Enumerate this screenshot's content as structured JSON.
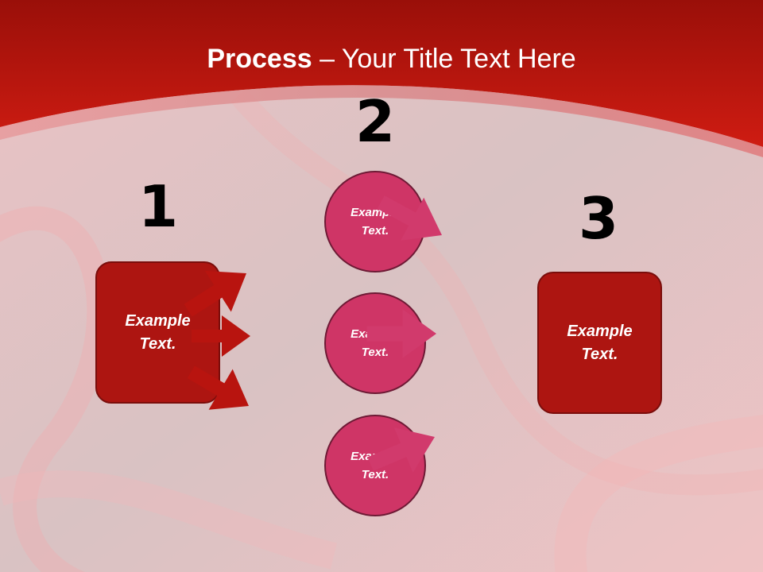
{
  "title": {
    "bold": "Process",
    "rest": " – Your Title Text Here"
  },
  "steps": [
    {
      "number": "1",
      "label": "Example\nText."
    },
    {
      "number": "2",
      "label": "Example\nText."
    },
    {
      "number": "3",
      "label": "Example\nText."
    }
  ],
  "middle": [
    {
      "label": "Example\nText."
    },
    {
      "label": "Example\nText."
    },
    {
      "label": "Example\nText."
    }
  ],
  "colors": {
    "header": "#c41a12",
    "box": "#ad1511",
    "circle": "#cf3566",
    "arrow_left": "#b8140f",
    "arrow_right": "#d13a6c"
  }
}
